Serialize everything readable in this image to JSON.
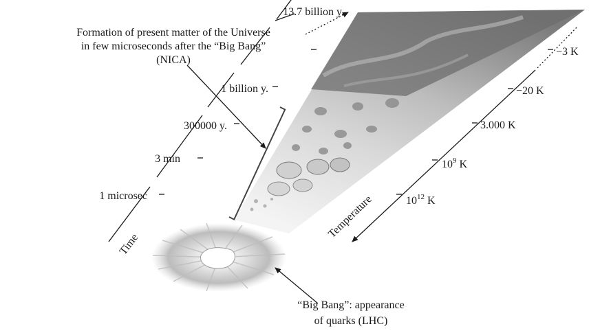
{
  "title": {
    "line1": "Formation of present matter of the Universe",
    "line2": "in few microseconds after the “Big Bang”",
    "line3": "(NICA)"
  },
  "time_axis": {
    "label": "Time",
    "ticks": [
      "13.7 billion y.",
      "1 billion y.",
      "300000 y.",
      "3 min",
      "1 microsec"
    ]
  },
  "temperature_axis": {
    "label": "Temperature",
    "ticks": [
      {
        "text": "−3 K"
      },
      {
        "text": "−20 K"
      },
      {
        "text": "3.000 K"
      },
      {
        "base": "10",
        "exp": "9",
        "unit": " K"
      },
      {
        "base": "10",
        "exp": "12",
        "unit": " K"
      }
    ]
  },
  "big_bang_caption": {
    "line1": "“Big Bang”: appearance",
    "line2": "of quarks (LHC)"
  }
}
